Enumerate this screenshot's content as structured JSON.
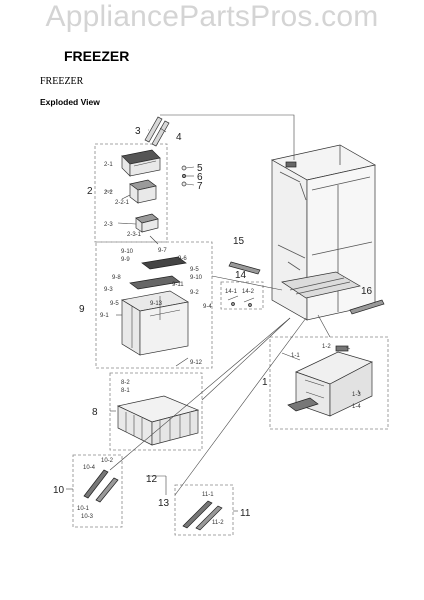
{
  "watermark": "AppliancePartsPros.com",
  "title": "FREEZER",
  "subtitle": "FREEZER",
  "view_label": "Exploded View",
  "callouts": {
    "c1": "1",
    "c1_1": "1-1",
    "c1_2": "1-2",
    "c1_3": "1-3",
    "c1_4": "1-4",
    "c2": "2",
    "c2_1": "2-1",
    "c2_2": "2-2",
    "c2_2_1": "2-2-1",
    "c2_3": "2-3",
    "c2_3_1": "2-3-1",
    "c3": "3",
    "c4": "4",
    "c5": "5",
    "c6": "6",
    "c7": "7",
    "c8": "8",
    "c8_1": "8-1",
    "c8_2": "8-2",
    "c9": "9",
    "c9_1": "9-1",
    "c9_2": "9-2",
    "c9_3": "9-3",
    "c9_4": "9-4",
    "c9_5": "9-5",
    "c9_6": "9-6",
    "c9_7": "9-7",
    "c9_8": "9-8",
    "c9_9": "9-9",
    "c9_10": "9-10",
    "c9_11": "9-11",
    "c9_12": "9-12",
    "c9_13": "9-13",
    "c10": "10",
    "c10_1": "10-1",
    "c10_2": "10-2",
    "c10_3": "10-3",
    "c10_4": "10-4",
    "c11": "11",
    "c11_1": "11-1",
    "c11_2": "11-2",
    "c12": "12",
    "c13": "13",
    "c14": "14",
    "c14_1": "14-1",
    "c14_2": "14-2",
    "c15": "15",
    "c16": "16"
  }
}
